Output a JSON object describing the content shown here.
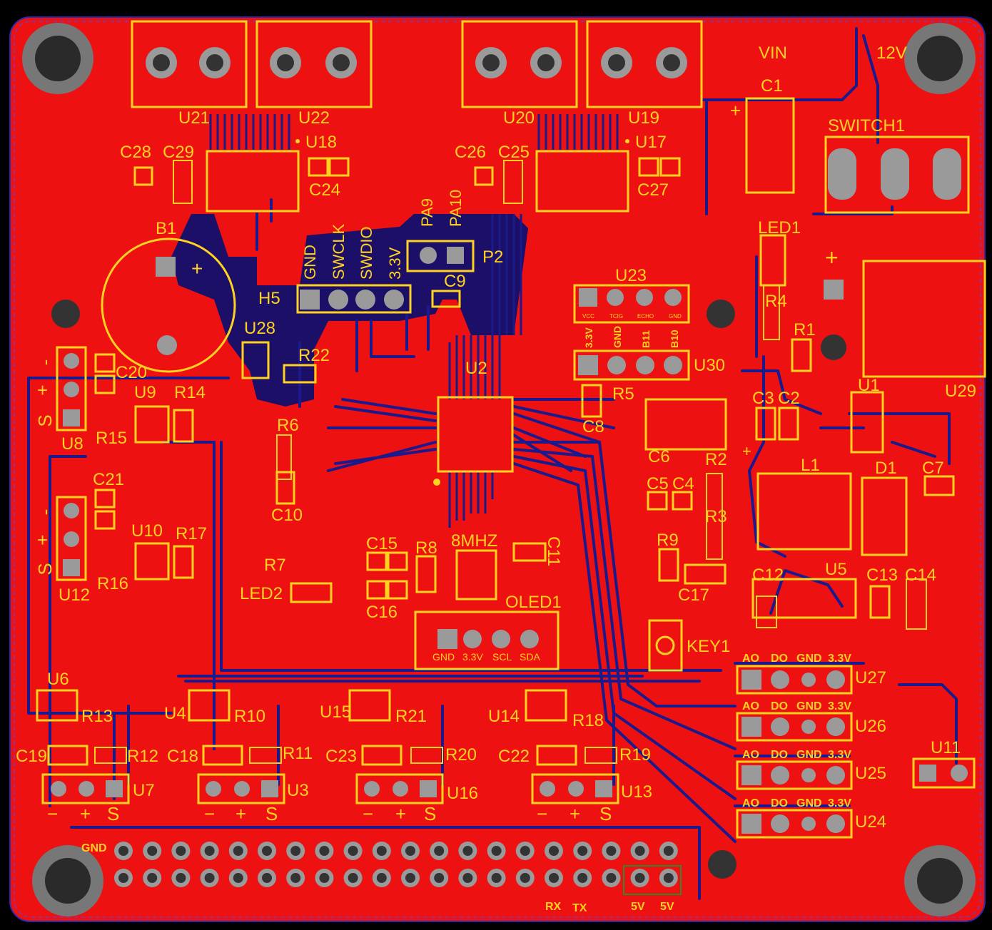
{
  "colors": {
    "board": "#ee1111",
    "silk": "#ffd21f",
    "trace": "#1a1a8c",
    "pad": "#9a9a9a",
    "background": "#000000"
  },
  "components": {
    "U21": "U21",
    "U22": "U22",
    "U20": "U20",
    "U19": "U19",
    "U18": "U18",
    "U17": "U17",
    "U23": "U23",
    "U30": "U30",
    "U2": "U2",
    "U28": "U28",
    "U29": "U29",
    "U1": "U1",
    "U5": "U5",
    "U8": "U8",
    "U9": "U9",
    "U10": "U10",
    "U12": "U12",
    "U6": "U6",
    "U4": "U4",
    "U15": "U15",
    "U14": "U14",
    "U7": "U7",
    "U3": "U3",
    "U16": "U16",
    "U13": "U13",
    "U11": "U11",
    "U24": "U24",
    "U25": "U25",
    "U26": "U26",
    "U27": "U27",
    "C1": "C1",
    "C2": "C2",
    "C3": "C3",
    "C4": "C4",
    "C5": "C5",
    "C6": "C6",
    "C7": "C7",
    "C8": "C8",
    "C9": "C9",
    "C10": "C10",
    "C11": "C11",
    "C12": "C12",
    "C13": "C13",
    "C14": "C14",
    "C15": "C15",
    "C16": "C16",
    "C17": "C17",
    "C18": "C18",
    "C19": "C19",
    "C20": "C20",
    "C21": "C21",
    "C22": "C22",
    "C23": "C23",
    "C24": "C24",
    "C25": "C25",
    "C26": "C26",
    "C27": "C27",
    "C28": "C28",
    "C29": "C29",
    "R1": "R1",
    "R2": "R2",
    "R3": "R3",
    "R4": "R4",
    "R5": "R5",
    "R6": "R6",
    "R7": "R7",
    "R8": "R8",
    "R9": "R9",
    "R10": "R10",
    "R11": "R11",
    "R12": "R12",
    "R13": "R13",
    "R14": "R14",
    "R15": "R15",
    "R16": "R16",
    "R17": "R17",
    "R18": "R18",
    "R19": "R19",
    "R20": "R20",
    "R21": "R21",
    "R22": "R22",
    "B1": "B1",
    "H5": "H5",
    "P2": "P2",
    "L1": "L1",
    "D1": "D1",
    "LED1": "LED1",
    "LED2": "LED2",
    "KEY1": "KEY1",
    "OLED1": "OLED1",
    "SWITCH1": "SWITCH1",
    "XTAL": "8MHZ"
  },
  "labels": {
    "vin": "VIN",
    "v12": "12V",
    "plus": "+",
    "minus": "−",
    "dash": "-",
    "s": "S",
    "gnd": "GND",
    "swclk": "SWCLK",
    "swdio": "SWDIO",
    "v33": "3.3V",
    "pa9": "PA9",
    "pa10": "PA10",
    "u23_pins": [
      "VCC",
      "TCIG",
      "ECHO",
      "GND"
    ],
    "u30_pins": [
      "3.3V",
      "GND",
      "B11",
      "B10"
    ],
    "oled_pins": [
      "GND",
      "3.3V",
      "SCL",
      "SDA"
    ],
    "sensor_pins": [
      "AO",
      "DO",
      "GND",
      "3.3V"
    ],
    "header_gnd": "GND",
    "rx": "RX",
    "tx": "TX",
    "v5a": "5V",
    "v5b": "5V"
  }
}
